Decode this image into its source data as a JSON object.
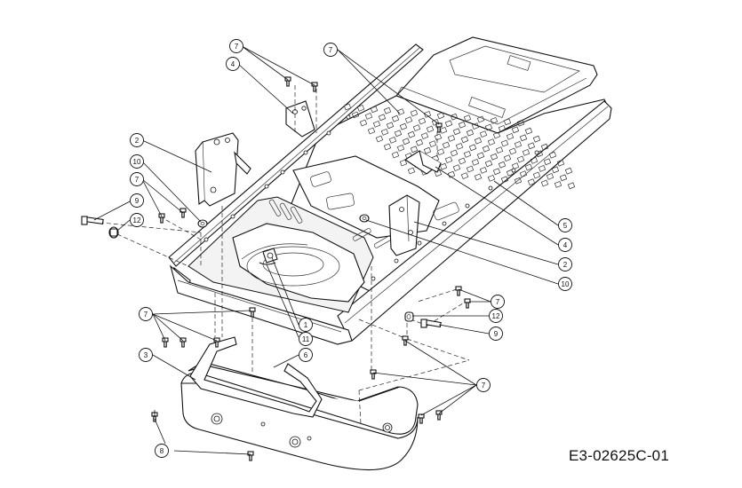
{
  "drawing_code": "E3-02625C-01",
  "callouts": [
    "7",
    "4",
    "7",
    "2",
    "10",
    "7",
    "9",
    "12",
    "5",
    "4",
    "2",
    "10",
    "7",
    "12",
    "9",
    "7",
    "1",
    "11",
    "3",
    "6",
    "7",
    "8"
  ]
}
